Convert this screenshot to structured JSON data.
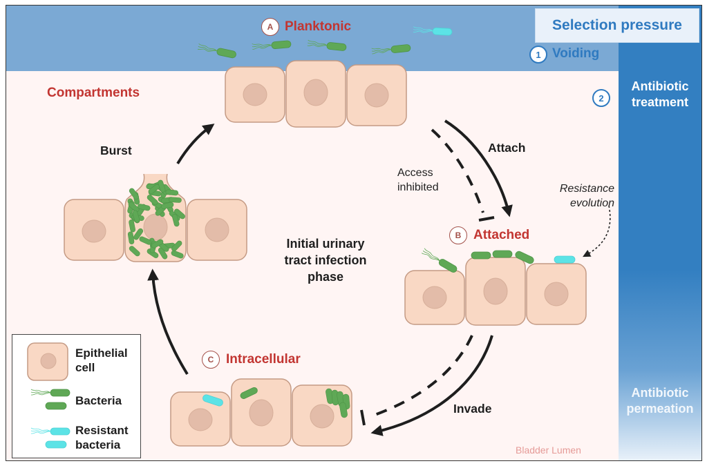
{
  "figure": {
    "selection_pressure_title": "Selection pressure",
    "pressures": [
      {
        "number": "1",
        "label": "Voiding"
      },
      {
        "number": "2",
        "label": "Antibiotic treatment"
      }
    ],
    "side_labels": {
      "antibiotic_treatment_line1": "Antibiotic",
      "antibiotic_treatment_line2": "treatment",
      "antibiotic_permeation_line1": "Antibiotic",
      "antibiotic_permeation_line2": "permeation"
    },
    "compartments_title": "Compartments",
    "stages": [
      {
        "letter": "A",
        "label": "Planktonic"
      },
      {
        "letter": "B",
        "label": "Attached"
      },
      {
        "letter": "C",
        "label": "Intracellular"
      }
    ],
    "transitions": {
      "attach": "Attach",
      "invade": "Invade",
      "burst": "Burst",
      "access_inhibited_line1": "Access",
      "access_inhibited_line2": "inhibited",
      "resistance_evolution_line1": "Resistance",
      "resistance_evolution_line2": "evolution"
    },
    "center_label": {
      "line1": "Initial urinary",
      "line2": "tract infection",
      "line3": "phase"
    },
    "region_label": "Bladder Lumen",
    "legend": {
      "items": [
        {
          "icon": "epithelial-cell-icon",
          "line1": "Epithelial",
          "line2": "cell"
        },
        {
          "icon": "bacteria-icon",
          "line1": "Bacteria",
          "line2": ""
        },
        {
          "icon": "resistant-bacteria-icon",
          "line1": "Resistant",
          "line2": "bacteria"
        }
      ]
    },
    "colors": {
      "lumen_blue": "#7ba9d4",
      "treatment_blue": "#337fc1",
      "stage_red": "#c23531",
      "bacteria_green": "#5fa856",
      "resistant_cyan": "#5ce3e6",
      "cell_fill": "#f9d8c4",
      "nucleus_fill": "#e3bca9",
      "background": "#fff5f4"
    }
  }
}
